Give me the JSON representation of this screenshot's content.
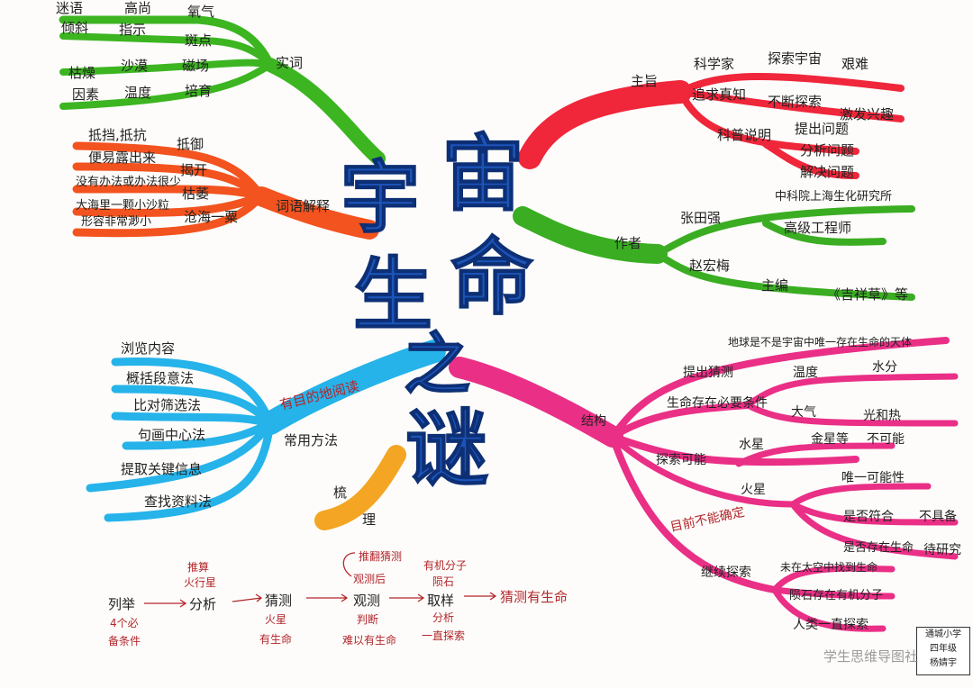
{
  "center": {
    "title_chars": [
      "宇",
      "宙",
      "生",
      "命",
      "之",
      "谜"
    ],
    "color": "#1c54b8"
  },
  "branches": {
    "shici": {
      "label": "实词",
      "color": "#3cb521",
      "items": [
        "迷语",
        "高尚",
        "氧气",
        "倾斜",
        "指示",
        "斑点",
        "枯燥",
        "沙漠",
        "磁场",
        "因素",
        "温度",
        "培育"
      ]
    },
    "ciyu": {
      "label": "词语解释",
      "color": "#f3531f",
      "items": [
        "抵挡,抵抗",
        "抵御",
        "便易露出来",
        "揭开",
        "没有办法或办法很少",
        "枯萎",
        "大海里一颗小沙粒",
        "形容非常渺小",
        "沧海一粟"
      ]
    },
    "zhuzhi": {
      "label": "主旨",
      "color": "#f0263a",
      "items": [
        "科学家",
        "探索宇宙",
        "艰难",
        "追求真知",
        "不断探索",
        "激发兴趣",
        "科普说明",
        "提出问题",
        "分析问题",
        "解决问题"
      ]
    },
    "zuozhe": {
      "label": "作者",
      "color": "#3aad22",
      "items": [
        "张田强",
        "中科院上海生化研究所",
        "高级工程师",
        "赵宏梅",
        "主编",
        "《吉祥草》等"
      ]
    },
    "jiegou": {
      "label": "结构",
      "color": "#ea2f86",
      "items": [
        "提出猜测",
        "地球是不是宇宙中唯一存在生命的天体",
        "生命存在必要条件",
        "温度",
        "水分",
        "大气",
        "光和热",
        "探索可能",
        "水星",
        "金星等",
        "不可能",
        "火星",
        "唯一可能性",
        "目前不能确定",
        "是否符合",
        "不具备",
        "是否存在生命",
        "待研究",
        "继续探索",
        "未在太空中找到生命",
        "陨石存在有机分子",
        "人类一直探索"
      ]
    },
    "fangfa": {
      "label": "常用方法",
      "title": "有目的地阅读",
      "color": "#25b3ea",
      "items": [
        "浏览内容",
        "概括段意法",
        "比对筛选法",
        "句画中心法",
        "提取关键信息",
        "查找资料法"
      ]
    },
    "shuli": {
      "label": "梳理",
      "chars": [
        "梳",
        "理"
      ],
      "color": "#f3a523"
    }
  },
  "flow": {
    "nodes": [
      "列举",
      "分析",
      "猜测",
      "观测",
      "取样",
      "猜测有生命"
    ],
    "under": [
      "4个必",
      "备条件",
      "火星",
      "有生命",
      "判断",
      "难以有生命",
      "分析",
      "一直探索"
    ],
    "over": [
      "推算",
      "火行星",
      "观测后",
      "推翻猜测",
      "有机分子",
      "陨石"
    ]
  },
  "signature": [
    "通城小学",
    "四年级",
    "杨婧宇"
  ],
  "watermark": "学生思维导图社"
}
